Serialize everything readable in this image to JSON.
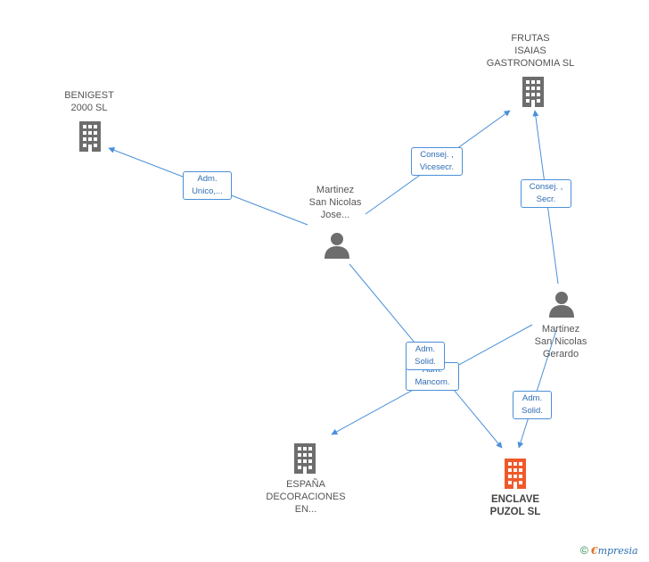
{
  "nodes": {
    "benigest": {
      "label": "BENIGEST\n2000  SL",
      "kind": "company"
    },
    "frutas": {
      "label": "FRUTAS\nISAIAS\nGASTRONOMIA SL",
      "kind": "company"
    },
    "jose": {
      "label": "Martinez\nSan Nicolas\nJose...",
      "kind": "person"
    },
    "gerardo": {
      "label": "Martinez\nSan Nicolas\nGerardo",
      "kind": "person"
    },
    "espana": {
      "label": "ESPAÑA\nDECORACIONES\nEN...",
      "kind": "company"
    },
    "enclave": {
      "label": "ENCLAVE\nPUZOL SL",
      "kind": "company-focus"
    }
  },
  "relations": {
    "jose_benigest": "Adm.\nUnico,...",
    "jose_frutas": "Consej. ,\nVicesecr.",
    "gerardo_frutas": "Consej. ,\nSecr.",
    "jose_enclave": "Adm.\nSolid.",
    "gerardo_espana": "Adm.\nMancom.",
    "gerardo_enclave": "Adm.\nSolid."
  },
  "colors": {
    "edge": "#4a90d9",
    "icon_gray": "#6d6d6d",
    "icon_focus": "#f0592a"
  },
  "footer": {
    "copyright": "©",
    "brand_e": "€",
    "brand_rest": "mpresia"
  }
}
